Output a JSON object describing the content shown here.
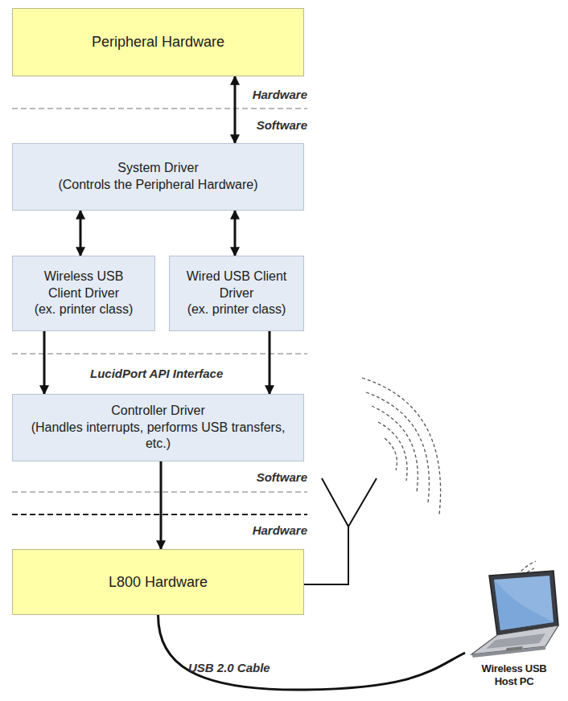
{
  "diagram": {
    "nodes": [
      {
        "text": [
          "Peripheral Hardware"
        ]
      },
      {
        "text": [
          "System Driver",
          "(Controls the Peripheral Hardware)"
        ]
      },
      {
        "text": [
          "Wireless USB Client Driver",
          "(ex. printer class)"
        ]
      },
      {
        "text": [
          "Wired USB Client Driver",
          "(ex. printer class)"
        ]
      },
      {
        "text": [
          "Controller Driver",
          "(Handles interrupts, performs USB transfers, etc.)"
        ]
      },
      {
        "text": [
          "L800 Hardware"
        ]
      },
      {
        "text": [
          "Wireless USB Host PC"
        ]
      }
    ],
    "edges": [
      {
        "from": 0,
        "to": 1,
        "arrow": "both"
      },
      {
        "from": 1,
        "to": 2,
        "arrow": "both"
      },
      {
        "from": 1,
        "to": 3,
        "arrow": "both"
      },
      {
        "from": 2,
        "to": 4,
        "arrow": "to"
      },
      {
        "from": 3,
        "to": 4,
        "arrow": "to"
      },
      {
        "from": 4,
        "to": 5,
        "arrow": "to"
      },
      {
        "from": 5,
        "to": 6,
        "label": "USB 2.0 Cable",
        "arrow": "none"
      }
    ],
    "labels": [
      "Hardware",
      "Software",
      "LucidPort API Interface",
      "Software",
      "Hardware"
    ]
  }
}
